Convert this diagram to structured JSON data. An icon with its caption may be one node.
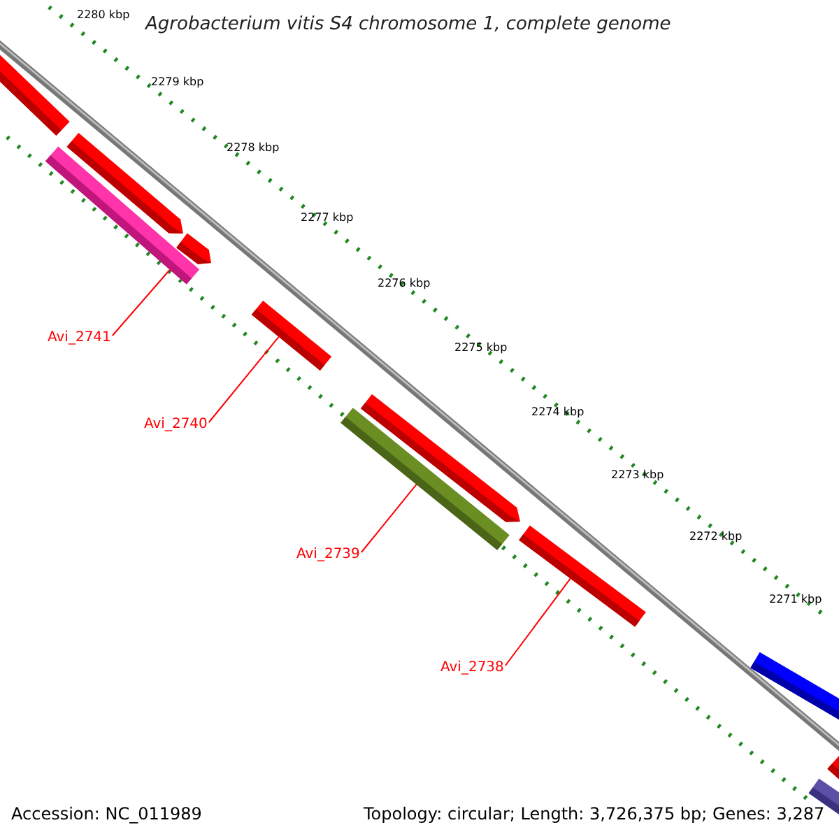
{
  "diagram": {
    "title": "Agrobacterium vitis S4 chromosome 1, complete genome",
    "nodes": [
      {
        "text": [],
        "shape": "bar"
      },
      {
        "text": [],
        "shape": "bar"
      },
      {
        "text": [],
        "shape": "bar"
      },
      {
        "text": [],
        "shape": "bar"
      },
      {
        "text": [
          "Avi_2741"
        ]
      },
      {
        "text": [],
        "shape": "bar"
      },
      {
        "text": [
          "Avi_2740"
        ]
      },
      {
        "text": [],
        "shape": "bar"
      },
      {
        "text": [],
        "shape": "bar"
      },
      {
        "text": [
          "Avi_2739"
        ]
      },
      {
        "text": [],
        "shape": "bar"
      },
      {
        "text": [
          "Avi_2738"
        ]
      },
      {
        "text": [],
        "shape": "bar"
      },
      {
        "text": [],
        "shape": "bar"
      },
      {
        "text": [],
        "shape": "bar"
      }
    ],
    "edges": [
      {
        "from": 4,
        "to": 2,
        "arrow": "none"
      },
      {
        "from": 6,
        "to": 5,
        "arrow": "none"
      },
      {
        "from": 9,
        "to": 7,
        "arrow": "none"
      },
      {
        "from": 11,
        "to": 10,
        "arrow": "none"
      }
    ],
    "labels": [
      "2280 kbp",
      "2279 kbp",
      "2278 kbp",
      "2277 kbp",
      "2276 kbp",
      "2275 kbp",
      "2274 kbp",
      "2273 kbp",
      "2272 kbp",
      "2271 kbp",
      "Accession: NC_011989",
      "Topology: circular; Length: 3,726,375 bp; Genes: 3,287"
    ]
  }
}
